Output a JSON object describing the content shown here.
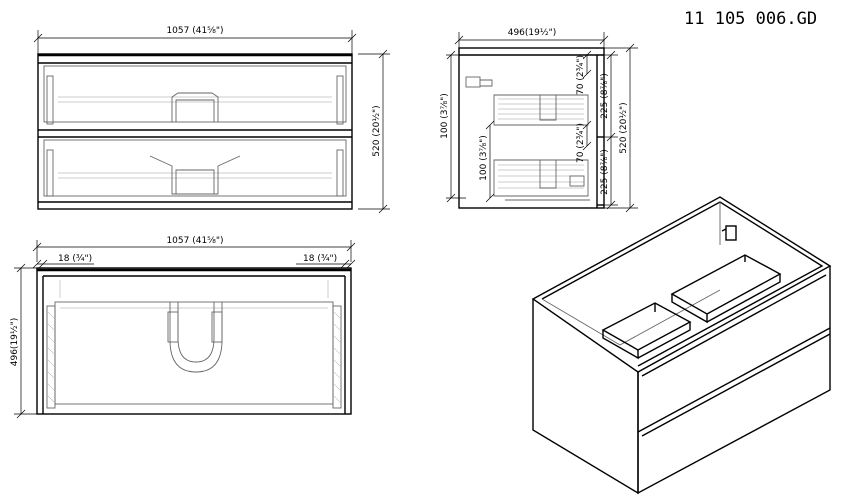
{
  "drawing_number": "11 105 006.GD",
  "front_view": {
    "width_label": "1057 (41⅝\")",
    "height_label": "520 (20½\")"
  },
  "side_view": {
    "depth_label": "496(19½\")",
    "top_gap_label": "70 (2¾\")",
    "mid_gap_label": "70 (2¾\")",
    "upper_drawer_label": "225 (8⅞\")",
    "lower_drawer_label": "225 (8⅞\")",
    "height_label": "520 (20½\")",
    "upper_inner_label": "100 (3⅞\")",
    "lower_inner_label": "100 (3⅞\")"
  },
  "top_view": {
    "width_label": "1057 (41⅝\")",
    "left_side_label": "18 (¾\")",
    "right_side_label": "18 (¾\")",
    "depth_label": "496(19½\")"
  }
}
